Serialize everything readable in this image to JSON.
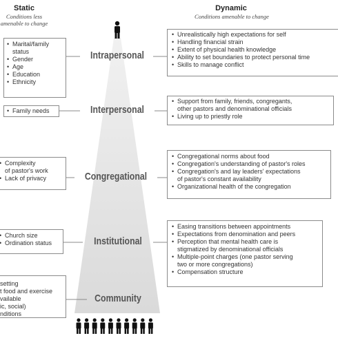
{
  "static": {
    "title": "Static",
    "subtitle_line1": "Conditions less",
    "subtitle_line2": "amenable to change"
  },
  "dynamic": {
    "title": "Dynamic",
    "subtitle": "Conditions amenable to change"
  },
  "levels": [
    {
      "label": "Intrapersonal"
    },
    {
      "label": "Interpersonal"
    },
    {
      "label": "Congregational"
    },
    {
      "label": "Institutional"
    },
    {
      "label": "Community"
    }
  ],
  "static_boxes": {
    "intrapersonal": [
      "Marital/family",
      "status",
      "Gender",
      "Age",
      "Education",
      "Ethnicity"
    ],
    "interpersonal": [
      "Family needs"
    ],
    "congregational": [
      "Complexity",
      "of pastor's work",
      "Lack of privacy"
    ],
    "institutional": [
      "Church size",
      "Ordination status"
    ],
    "community": [
      "setting",
      "t food and exercise",
      "vailable",
      "ic, social)",
      "nditions"
    ]
  },
  "dynamic_boxes": {
    "intrapersonal": [
      "Unrealistically high expectations for self",
      "Handling financial strain",
      "Extent of physical health knowledge",
      "Ability to set boundaries to protect personal time",
      "Skills to manage conflict"
    ],
    "interpersonal": [
      "Support from family, friends, congregants,",
      "other pastors and denominational officials",
      "Living up to priestly role"
    ],
    "congregational": [
      "Congregational norms about food",
      "Congregation's understanding of pastor's roles",
      "Congregation's and lay leaders' expectations",
      "of pastor's constant availability",
      "Organizational health of the congregation"
    ],
    "institutional": [
      "Easing transitions between appointments",
      "Expectations from denomination and peers",
      "Perception that mental health care is",
      "stigmatized by denominational officials",
      "Multiple-point charges (one pastor serving",
      "two or more congregations)",
      "Compensation structure"
    ]
  },
  "colors": {
    "beam_light": "#ececec",
    "beam_dark": "#dcdcdc",
    "line": "#8a8a8a",
    "figure": "#111111"
  },
  "icons": [
    "person-icon",
    "crowd-icon"
  ]
}
